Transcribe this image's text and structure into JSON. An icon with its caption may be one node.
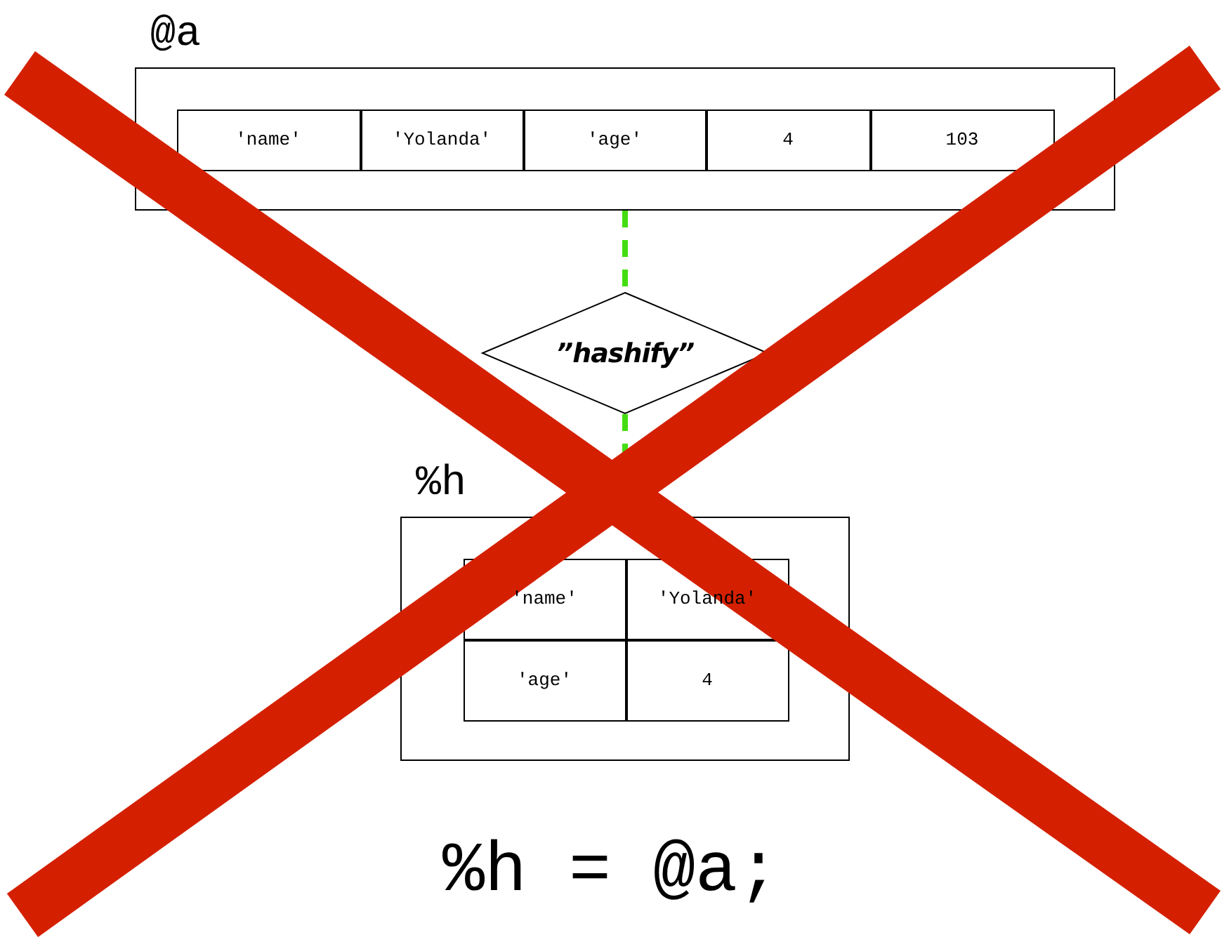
{
  "diagram": {
    "nodes": [
      {
        "text": [
          "@a"
        ]
      },
      {
        "text": [
          "'name'"
        ],
        "in": 0
      },
      {
        "text": [
          "'Yolanda'"
        ],
        "in": 0
      },
      {
        "text": [
          "'age'"
        ],
        "in": 0
      },
      {
        "text": [
          "4"
        ],
        "in": 0
      },
      {
        "text": [
          "103"
        ],
        "in": 0
      },
      {
        "text": [
          "”hashify”"
        ]
      },
      {
        "text": [
          "%h"
        ]
      },
      {
        "text": [
          "'name'"
        ],
        "in": 7
      },
      {
        "text": [
          "'Yolanda'"
        ],
        "in": 7
      },
      {
        "text": [
          "'age'"
        ],
        "in": 7
      },
      {
        "text": [
          "4"
        ],
        "in": 7
      }
    ],
    "edges": [
      {
        "from": 0,
        "to": 6,
        "arrow": "none",
        "style": "dashed",
        "color": "#44dd11"
      },
      {
        "from": 6,
        "to": 7,
        "arrow": "none",
        "style": "dashed",
        "color": "#44dd11"
      }
    ],
    "labels": [
      "%h = @a;"
    ]
  }
}
